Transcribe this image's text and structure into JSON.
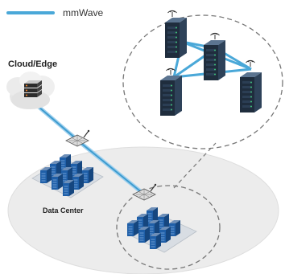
{
  "legend": {
    "label": "mmWave",
    "line_color": "#4aa8d8"
  },
  "labels": {
    "cloud_edge": "Cloud/Edge",
    "data_center": "Data Center"
  },
  "colors": {
    "link": "#4aa8d8",
    "link_core": "#2f8fc4",
    "rack_dark": "#1f2d3d",
    "rack_mid": "#2e4259",
    "rack_light": "#5b7490",
    "led_green": "#3fd87a",
    "rack_blue": "#1f5fa8",
    "ellipse_fill": "#ececec",
    "dashed": "#777777",
    "cloud": "#e6e6e6"
  },
  "icons": [
    "cloud-server-icon",
    "antenna-icon",
    "server-rack-icon",
    "rack-cluster-icon",
    "wireless-signal-icon"
  ]
}
